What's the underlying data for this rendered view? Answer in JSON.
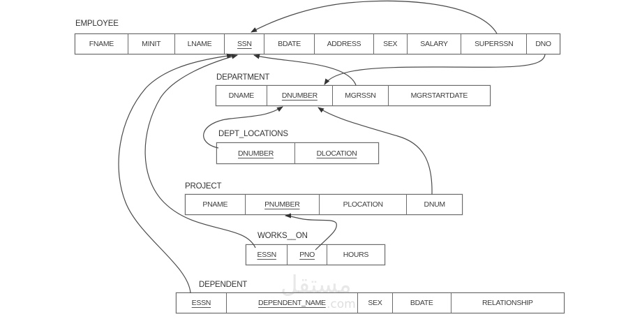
{
  "diagram": {
    "type": "relational-schema-referential-integrity",
    "relations": [
      {
        "name": "EMPLOYEE",
        "attributes": [
          {
            "name": "FNAME",
            "key": false
          },
          {
            "name": "MINIT",
            "key": false
          },
          {
            "name": "LNAME",
            "key": false
          },
          {
            "name": "SSN",
            "key": true
          },
          {
            "name": "BDATE",
            "key": false
          },
          {
            "name": "ADDRESS",
            "key": false
          },
          {
            "name": "SEX",
            "key": false
          },
          {
            "name": "SALARY",
            "key": false
          },
          {
            "name": "SUPERSSN",
            "key": false
          },
          {
            "name": "DNO",
            "key": false
          }
        ]
      },
      {
        "name": "DEPARTMENT",
        "attributes": [
          {
            "name": "DNAME",
            "key": false
          },
          {
            "name": "DNUMBER",
            "key": true
          },
          {
            "name": "MGRSSN",
            "key": false
          },
          {
            "name": "MGRSTARTDATE",
            "key": false
          }
        ]
      },
      {
        "name": "DEPT_LOCATIONS",
        "attributes": [
          {
            "name": "DNUMBER",
            "key": true
          },
          {
            "name": "DLOCATION",
            "key": true
          }
        ]
      },
      {
        "name": "PROJECT",
        "attributes": [
          {
            "name": "PNAME",
            "key": false
          },
          {
            "name": "PNUMBER",
            "key": true
          },
          {
            "name": "PLOCATION",
            "key": false
          },
          {
            "name": "DNUM",
            "key": false
          }
        ]
      },
      {
        "name": "WORKS__ON",
        "attributes": [
          {
            "name": "ESSN",
            "key": true
          },
          {
            "name": "PNO",
            "key": true
          },
          {
            "name": "HOURS",
            "key": false
          }
        ]
      },
      {
        "name": "DEPENDENT",
        "attributes": [
          {
            "name": "ESSN",
            "key": true
          },
          {
            "name": "DEPENDENT_NAME",
            "key": true
          },
          {
            "name": "SEX",
            "key": false
          },
          {
            "name": "BDATE",
            "key": false
          },
          {
            "name": "RELATIONSHIP",
            "key": false
          }
        ]
      }
    ],
    "foreign_keys": [
      {
        "from": "EMPLOYEE.SUPERSSN",
        "to": "EMPLOYEE.SSN"
      },
      {
        "from": "EMPLOYEE.DNO",
        "to": "DEPARTMENT.DNUMBER"
      },
      {
        "from": "DEPARTMENT.MGRSSN",
        "to": "EMPLOYEE.SSN"
      },
      {
        "from": "DEPT_LOCATIONS.DNUMBER",
        "to": "DEPARTMENT.DNUMBER"
      },
      {
        "from": "PROJECT.DNUM",
        "to": "DEPARTMENT.DNUMBER"
      },
      {
        "from": "WORKS__ON.ESSN",
        "to": "EMPLOYEE.SSN"
      },
      {
        "from": "WORKS__ON.PNO",
        "to": "PROJECT.PNUMBER"
      },
      {
        "from": "DEPENDENT.ESSN",
        "to": "EMPLOYEE.SSN"
      }
    ]
  },
  "watermark": {
    "text": "مستقل",
    "suffix": ".com"
  }
}
